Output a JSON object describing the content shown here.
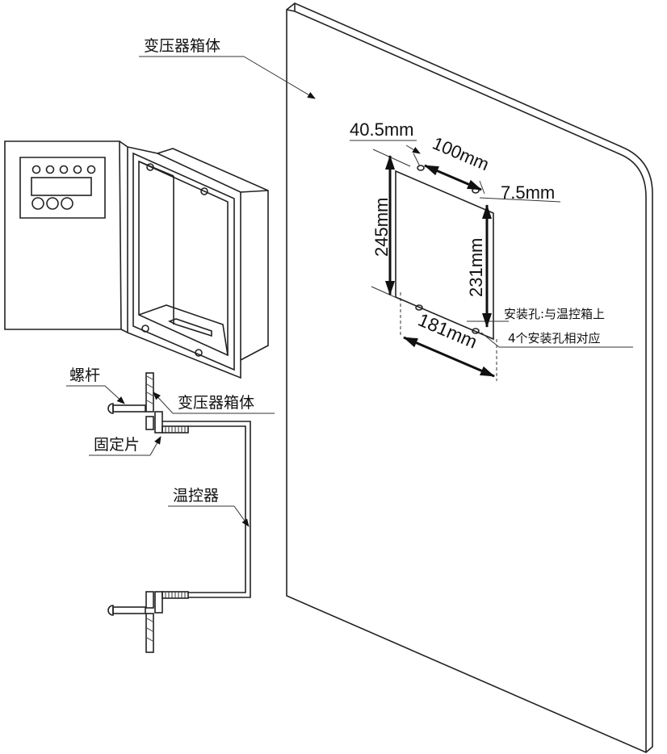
{
  "labels": {
    "transformer_box_top": "变压器箱体",
    "transformer_box_side": "变压器箱体",
    "screw_rod": "螺杆",
    "fixing_plate": "固定片",
    "temp_controller": "温控器",
    "hole_note_line1": "安装孔:与温控箱上",
    "hole_note_line2": "4个安装孔相对应"
  },
  "dimensions": {
    "left_offset": "40.5mm",
    "hole_spacing_top": "100mm",
    "right_offset": "7.5mm",
    "outer_height": "245mm",
    "hole_spacing_vertical": "231mm",
    "width": "181mm"
  }
}
